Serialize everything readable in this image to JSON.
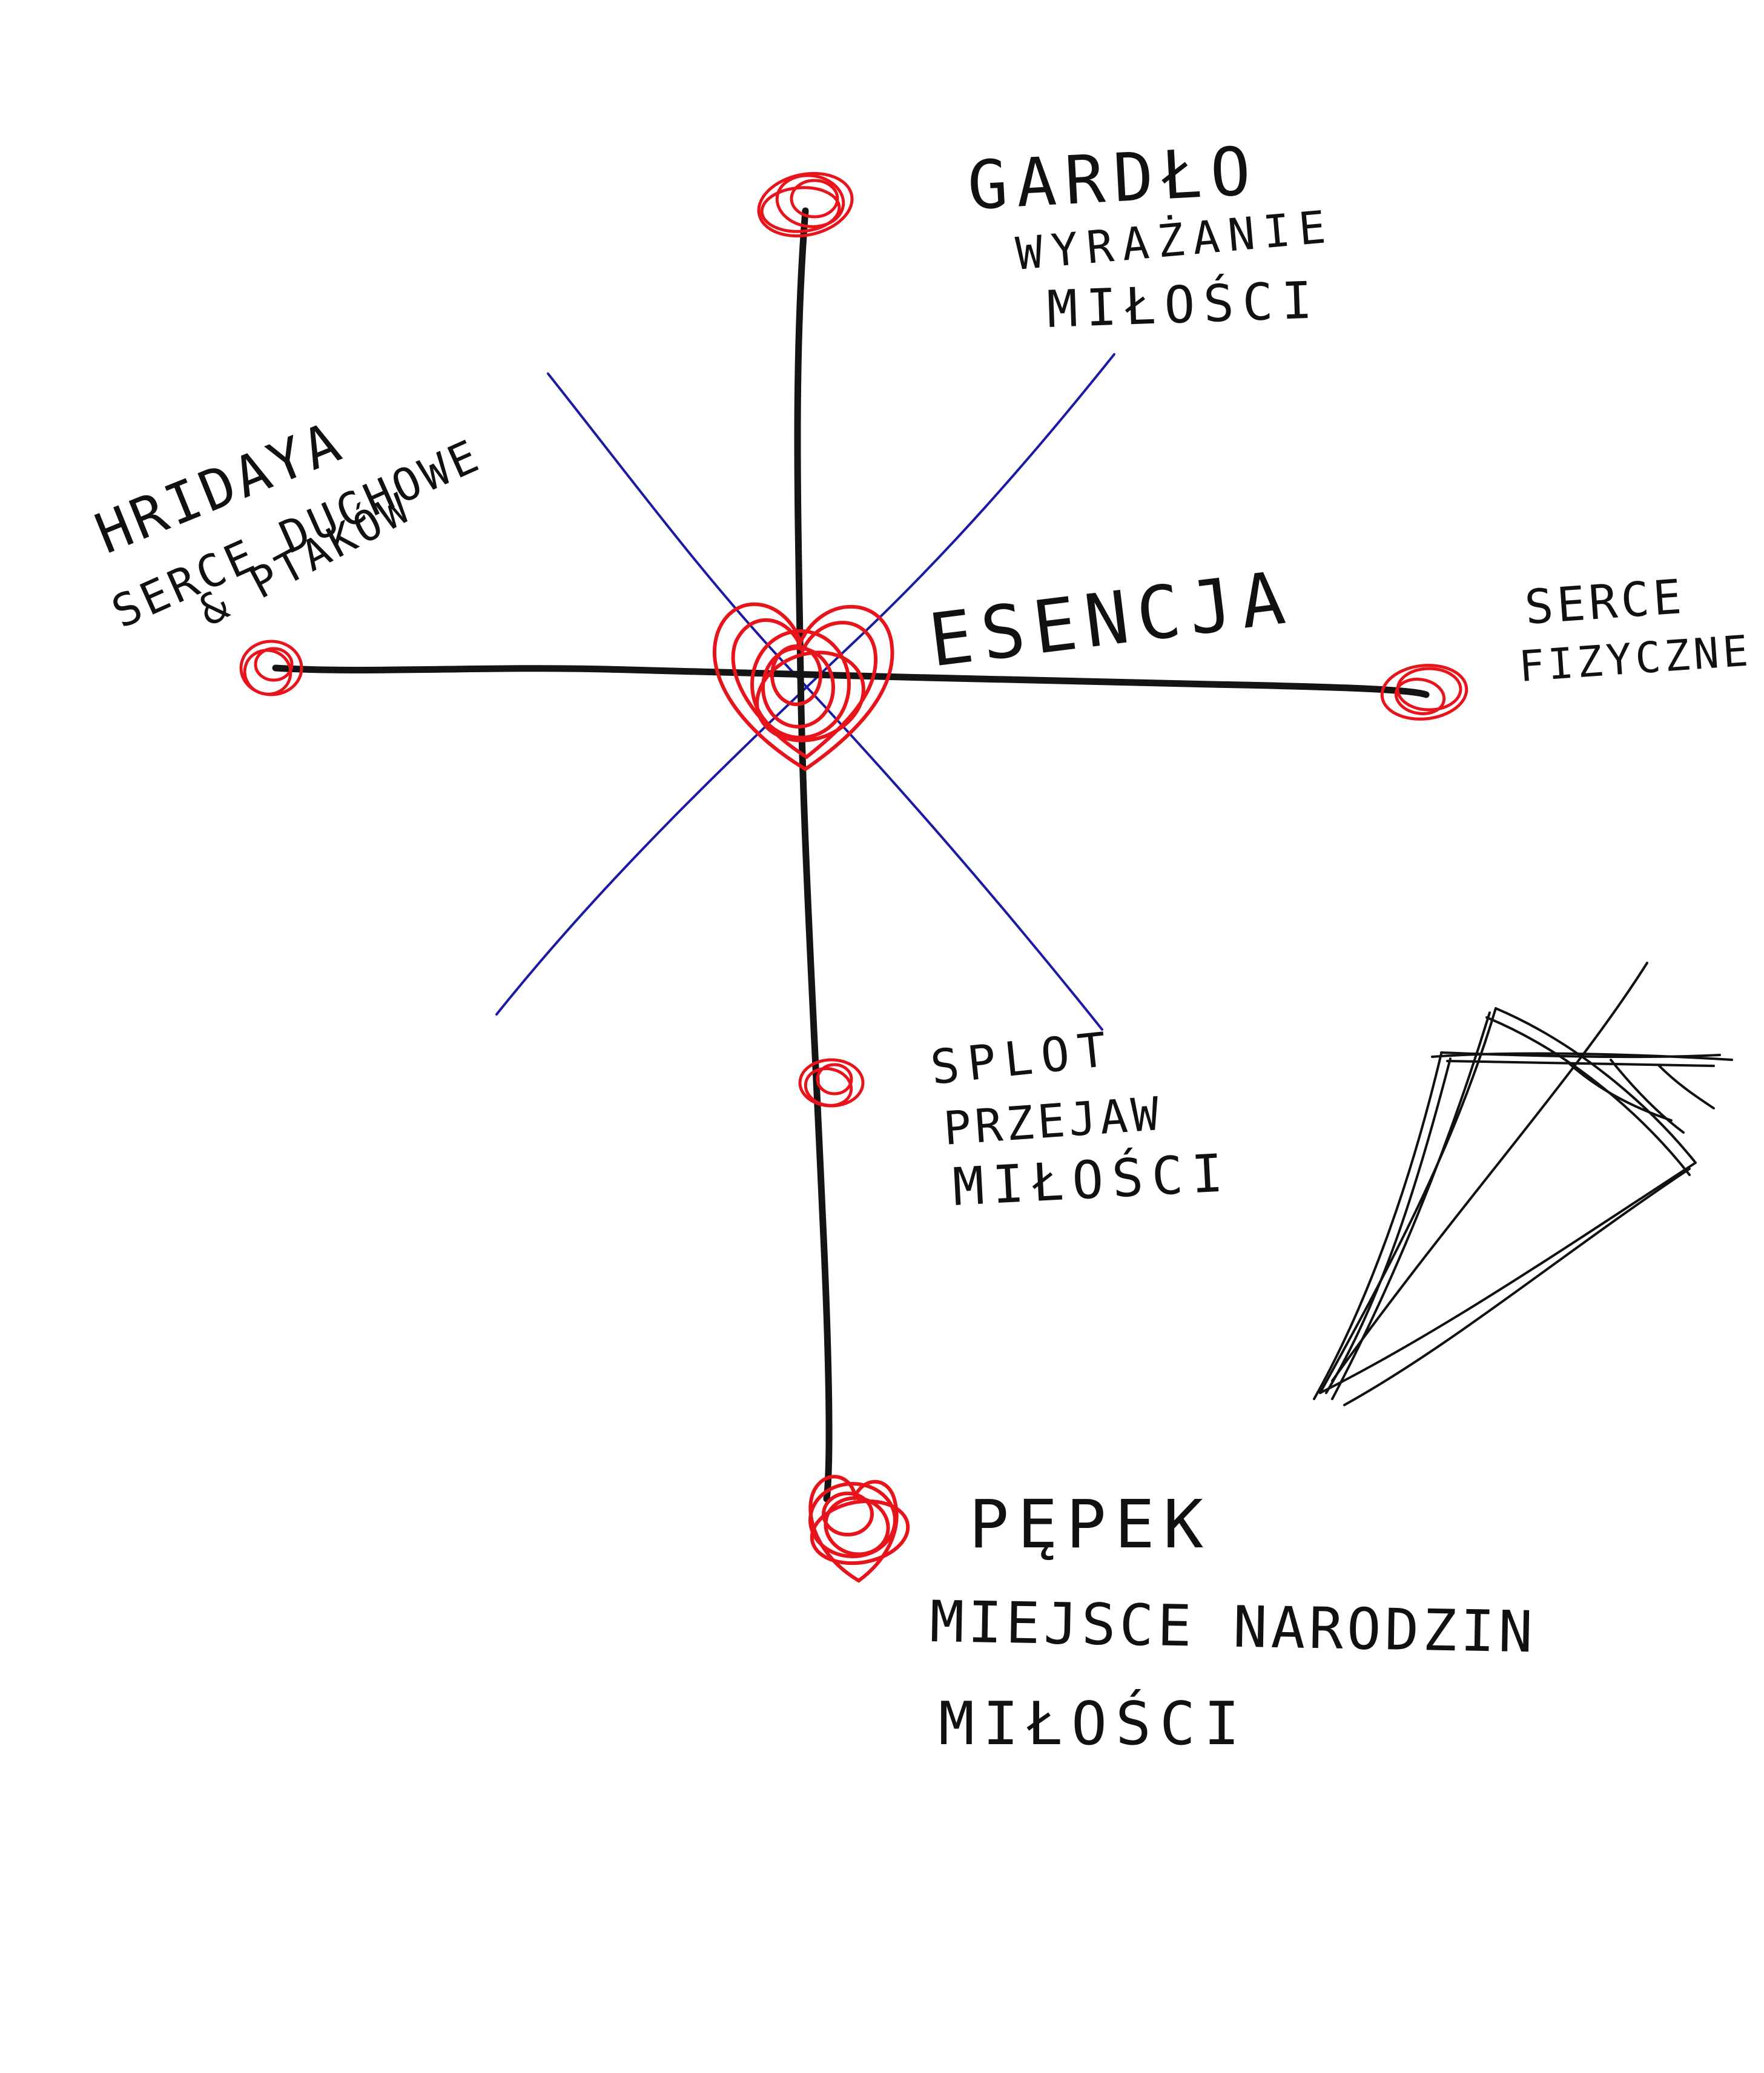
{
  "colors": {
    "paper": "#ffffff",
    "ink": "#111111",
    "axis_ink": "#141414",
    "diagonal_ink": "#1a1aa6",
    "marker_red": "#e8141b"
  },
  "labels": {
    "top_title": "GARDŁO",
    "top_line1": "WYRAŻANIE",
    "top_line2": "MIŁOŚCI",
    "left_line1": "HRIDAYA",
    "left_line2": "SERCE DUCHOWE",
    "left_line3": "& PTAKÓW",
    "center": "ESENCJA",
    "right_line1": "SERCE",
    "right_line2": "FIZYCZNE",
    "lower_line1": "SPLOT",
    "lower_line2": "PRZEJAW",
    "lower_line3": "MIŁOŚCI",
    "bottom_title": "PĘPEK",
    "bottom_line1": "MIEJSCE NARODZIN",
    "bottom_line2": "MIŁOŚCI"
  }
}
